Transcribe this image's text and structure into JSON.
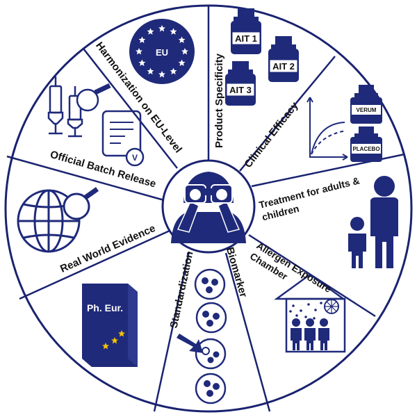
{
  "colors": {
    "navy": "#1f2a7a",
    "outline": "#1a2370",
    "background": "#ffffff",
    "star": "#f2c200"
  },
  "segments": [
    {
      "key": "harmonization",
      "label": "Harmonization on EU-Level",
      "icon": "eu-flag-icon"
    },
    {
      "key": "product",
      "label": "Product Specificity",
      "icon": "ait-vials-icon"
    },
    {
      "key": "efficacy",
      "label": "Clinical Efficacy",
      "icon": "efficacy-chart-icon"
    },
    {
      "key": "treatment",
      "label_lines": [
        "Treatment for adults &",
        "children"
      ],
      "icon": "adult-child-icon"
    },
    {
      "key": "chamber",
      "label_lines": [
        "Allergen Exposure",
        "Chamber"
      ],
      "icon": "exposure-chamber-icon"
    },
    {
      "key": "biomarker",
      "label": "Biomarker",
      "icon": "biomarker-cells-icon"
    },
    {
      "key": "standardization",
      "label": "Standardization",
      "icon": "pharmacopoeia-book-icon"
    },
    {
      "key": "rwe",
      "label": "Real World Evidence",
      "icon": "globe-magnifier-icon"
    },
    {
      "key": "batch",
      "label": "Official Batch Release",
      "icon": "syringes-certificate-icon"
    }
  ],
  "eu_flag_text": "EU",
  "ait_vials": [
    "AIT 1",
    "AIT 2",
    "AIT 3"
  ],
  "efficacy_vials": [
    "VERUM",
    "PLACEBO"
  ],
  "book_title": "Ph. Eur.",
  "certificate_mark": "V",
  "center_icon": "binoculars-person-icon"
}
